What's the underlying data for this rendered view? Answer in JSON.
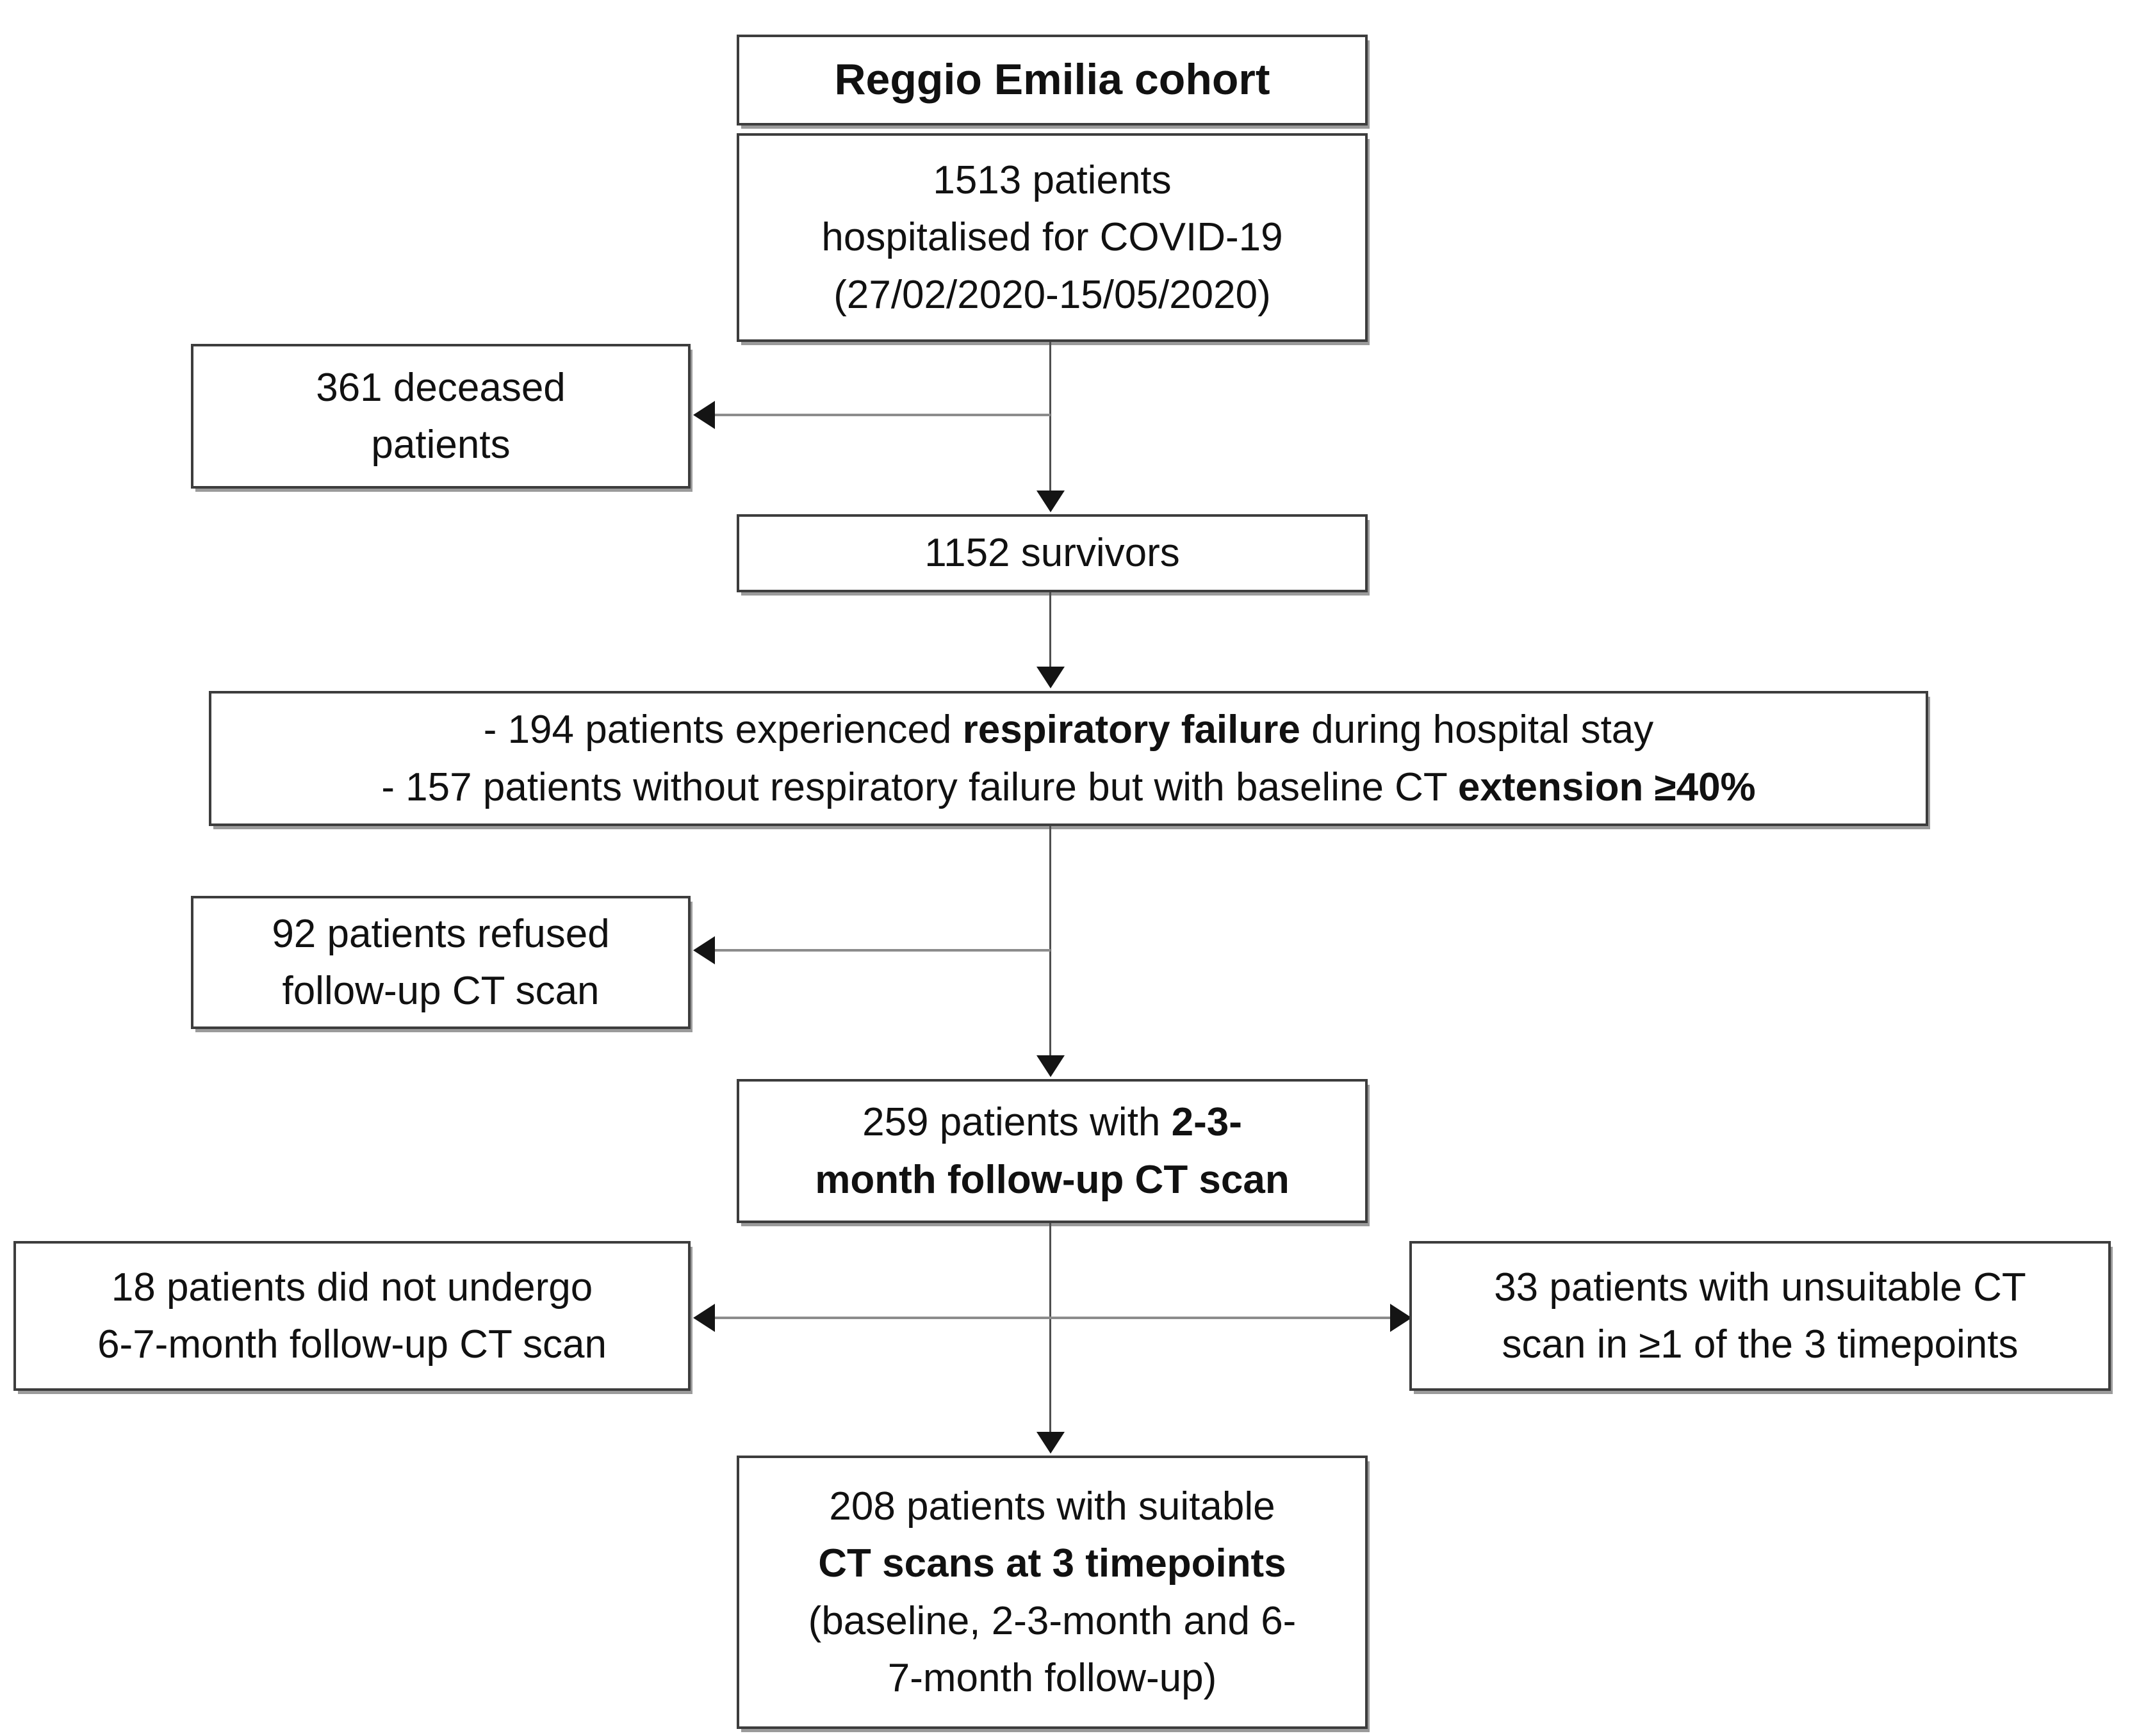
{
  "figure": {
    "type": "patient-flow-diagram",
    "colors": {
      "background": "#ffffff",
      "box_border": "#3d3d3d",
      "box_shadow": "#9b9b9b",
      "connector_line": "#8c8c8c",
      "arrowhead": "#141414",
      "text": "#111111"
    },
    "boxes": {
      "title": {
        "text": "Reggio Emilia cohort"
      },
      "cohort": {
        "l1": "1513 patients",
        "l2": "hospitalised for COVID-19",
        "l3": "(27/02/2020-15/05/2020)"
      },
      "deceased": {
        "l1": "361 deceased",
        "l2": "patients"
      },
      "survivors": {
        "text": "1152 survivors"
      },
      "criteria": {
        "l1a": "- 194 patients experienced ",
        "l1b": "respiratory failure",
        "l1c": " during hospital stay",
        "l2a": "- 157 patients without respiratory failure but with baseline CT ",
        "l2b": "extension ≥40%"
      },
      "refused": {
        "l1": "92 patients refused",
        "l2": "follow-up CT scan"
      },
      "followup23": {
        "l1a": "259 patients with ",
        "l1b": "2-3-",
        "l2": "month follow-up CT scan"
      },
      "no67": {
        "l1": "18 patients did not undergo",
        "l2": "6-7-month follow-up CT scan"
      },
      "unsuitable": {
        "l1": "33 patients with unsuitable CT",
        "l2": "scan in ≥1 of the 3 timepoints"
      },
      "suitable": {
        "l1": "208 patients with suitable",
        "l2": "CT scans at 3 timepoints",
        "l3": "(baseline, 2-3-month and 6-",
        "l4": "7-month follow-up)"
      }
    }
  }
}
